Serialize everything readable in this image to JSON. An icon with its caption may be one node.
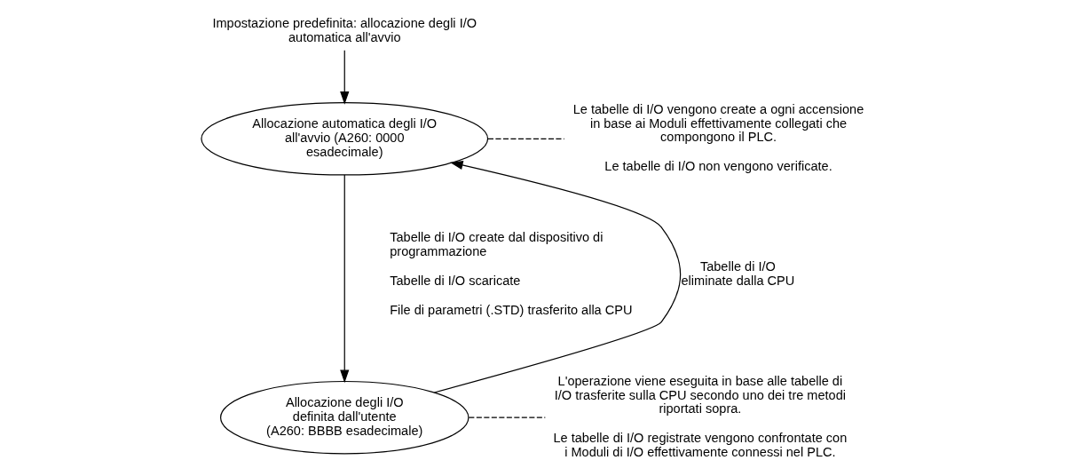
{
  "diagram": {
    "nodes": [
      {
        "text": [
          "Impostazione predefinita: allocazione degli I/O automatica all'avvio"
        ]
      },
      {
        "text": [
          "Allocazione automatica degli I/O all'avvio (A260: 0000 esadecimale)"
        ]
      },
      {
        "text": [
          "Le tabelle di I/O vengono create a ogni accensione in base ai Moduli effettivamente collegati che compongono il PLC.",
          "Le tabelle di I/O non vengono verificate."
        ]
      },
      {
        "text": [
          "Allocazione degli I/O definita dall'utente (A260: BBBB esadecimale)"
        ]
      },
      {
        "text": [
          "L'operazione viene eseguita in base alle tabelle di I/O trasferite sulla CPU secondo uno dei tre metodi riportati sopra.",
          "Le tabelle di I/O registrate vengono confrontate con i Moduli di I/O effettivamente connessi nel PLC."
        ]
      }
    ],
    "edges": [
      {
        "from": 0,
        "to": 1,
        "arrow": "to"
      },
      {
        "from": 1,
        "to": 3,
        "arrow": "to"
      },
      {
        "from": 3,
        "to": 1,
        "arrow": "to",
        "label": "Tabelle di I/O eliminate dalla CPU"
      },
      {
        "from": 1,
        "to": 2,
        "arrow": "none",
        "style": "dashed"
      },
      {
        "from": 3,
        "to": 4,
        "arrow": "none",
        "style": "dashed"
      }
    ],
    "labels": [
      "Tabelle di I/O create dal dispositivo di programmazione",
      "Tabelle di I/O scaricate",
      "File di parametri (.STD) trasferito alla CPU"
    ]
  }
}
